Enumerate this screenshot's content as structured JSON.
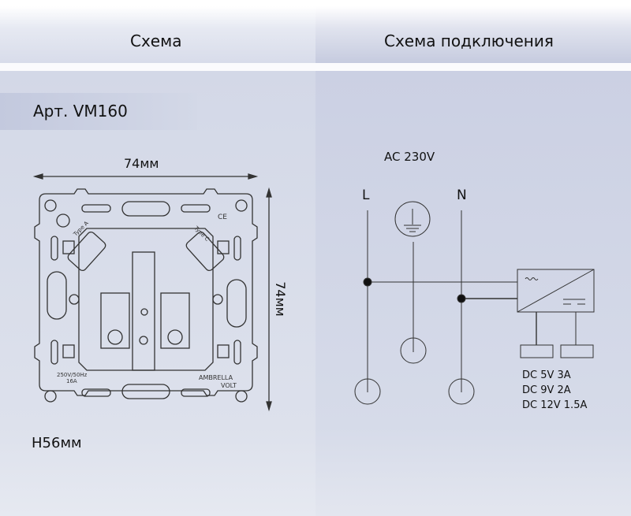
{
  "header": {
    "left_title": "Схема",
    "right_title": "Схема подключения"
  },
  "left_panel": {
    "article": "Арт. VM160",
    "width_dim": "74мм",
    "height_dim": "74мм",
    "depth_dim": "H56мм",
    "device_markings": [
      "Type A",
      "Type C",
      "250V/50Hz",
      "16A",
      "AMBRELLA",
      "VOLT"
    ]
  },
  "right_panel": {
    "supply": "AC 230V",
    "line_label": "L",
    "neutral_label": "N",
    "outputs": [
      "DC 5V 3A",
      "DC 9V 2A",
      "DC 12V 1.5A"
    ]
  }
}
